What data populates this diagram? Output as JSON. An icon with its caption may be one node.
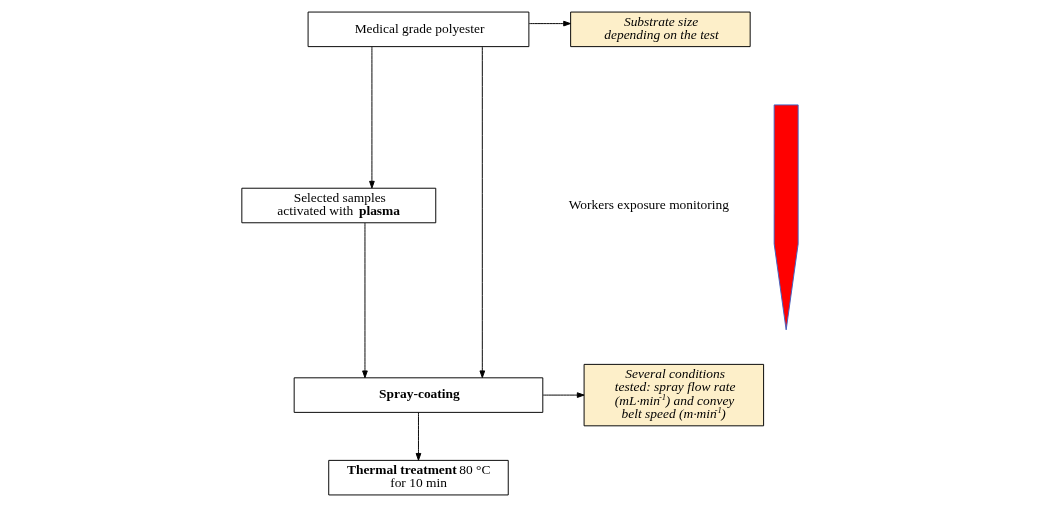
{
  "diagram": {
    "nodes": [
      {
        "text": [
          "Medical grade polyester"
        ]
      },
      {
        "text": [
          "Substrate size depending on the test"
        ]
      },
      {
        "text": [
          "Selected samples activated with **plasma**"
        ]
      },
      {
        "text": [
          "Spray-coating"
        ]
      },
      {
        "text": [
          "Several conditions tested: spray flow rate (mL·min$^{-1}$) and convey belt speed (m·min$^{-1}$)"
        ]
      },
      {
        "text": [
          "**Thermal treatment** 80 °C for 10 min"
        ]
      },
      {
        "text": [],
        "shape": "arrow",
        "beside": [
          "Workers exposure monitoring"
        ]
      }
    ],
    "edges": [
      {
        "from": 0,
        "to": 1,
        "arrow": "to"
      },
      {
        "from": 0,
        "to": 2,
        "arrow": "to"
      },
      {
        "from": 0,
        "to": 3,
        "arrow": "to"
      },
      {
        "from": 2,
        "to": 3,
        "arrow": "to"
      },
      {
        "from": 3,
        "to": 4,
        "arrow": "to"
      },
      {
        "from": 3,
        "to": 5,
        "arrow": "to"
      }
    ]
  }
}
